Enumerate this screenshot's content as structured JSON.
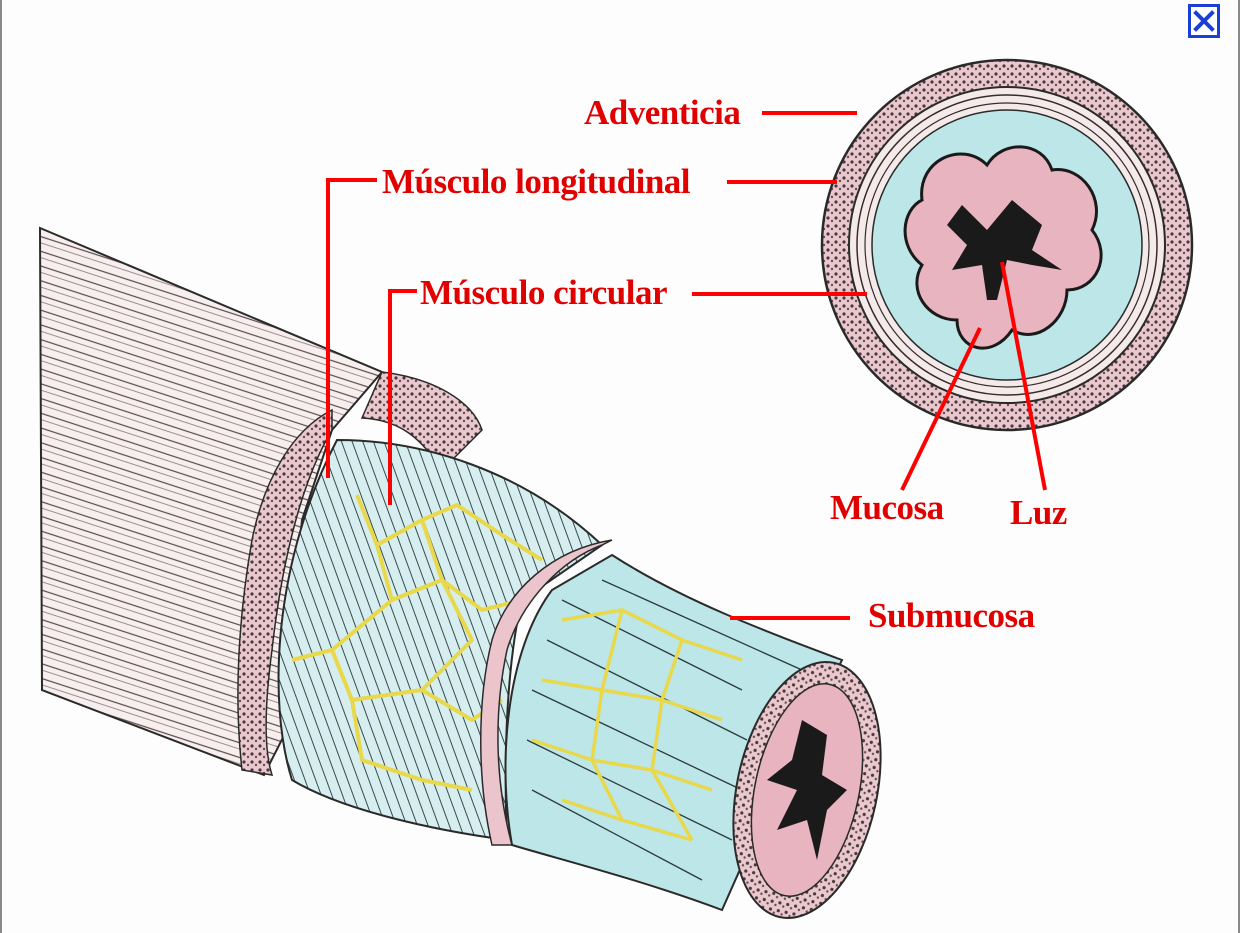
{
  "diagram": {
    "labels": {
      "adventicia": "Adventicia",
      "musculo_longitudinal": "Músculo longitudinal",
      "musculo_circular": "Músculo circular",
      "mucosa": "Mucosa",
      "luz": "Luz",
      "submucosa": "Submucosa"
    },
    "colors": {
      "label": "#e10000",
      "leader_line": "#ff0000",
      "submucosa_fill": "#bde6e8",
      "muscle_fill": "#f4e6e6",
      "mucosa_fill": "#e8b4c0",
      "nerve_plexus": "#e8d84a",
      "close_button": "#1a3fd6"
    }
  },
  "window": {
    "close_icon": "close-icon"
  }
}
